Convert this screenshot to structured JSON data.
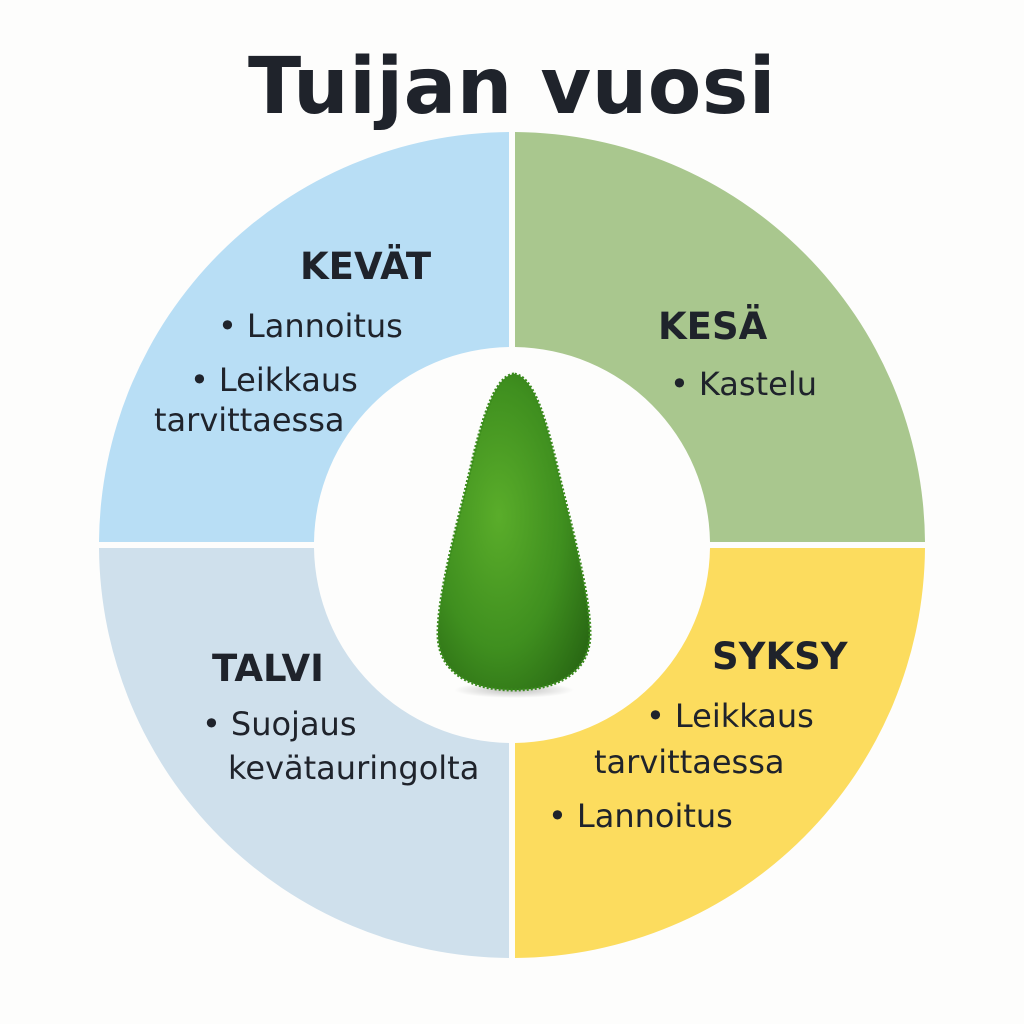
{
  "title": "Tuijan vuosi",
  "colors": {
    "spring": "#b8def5",
    "summer": "#a9c78e",
    "autumn": "#fcdc5e",
    "winter": "#cfe0ec",
    "text": "#1f232b",
    "background": "#fdfdfc",
    "tree": "#3f8f1f"
  },
  "center_image": {
    "icon": "thuja-tree-icon",
    "description": "Green cone-shaped thuja shrub"
  },
  "seasons": {
    "spring": {
      "name": "KEVÄT",
      "items": [
        "Lannoitus",
        "Leikkaus",
        "tarvittaessa"
      ],
      "bullets": [
        "•",
        "•"
      ]
    },
    "summer": {
      "name": "KESÄ",
      "items": [
        "Kastelu"
      ],
      "bullets": [
        "•"
      ]
    },
    "autumn": {
      "name": "SYKSY",
      "items": [
        "Leikkaus",
        "tarvittaessa",
        "Lannoitus"
      ],
      "bullets": [
        "•",
        "•"
      ]
    },
    "winter": {
      "name": "TALVI",
      "items": [
        "Suojaus",
        "kevätauringolta"
      ],
      "bullets": [
        "•"
      ]
    }
  }
}
